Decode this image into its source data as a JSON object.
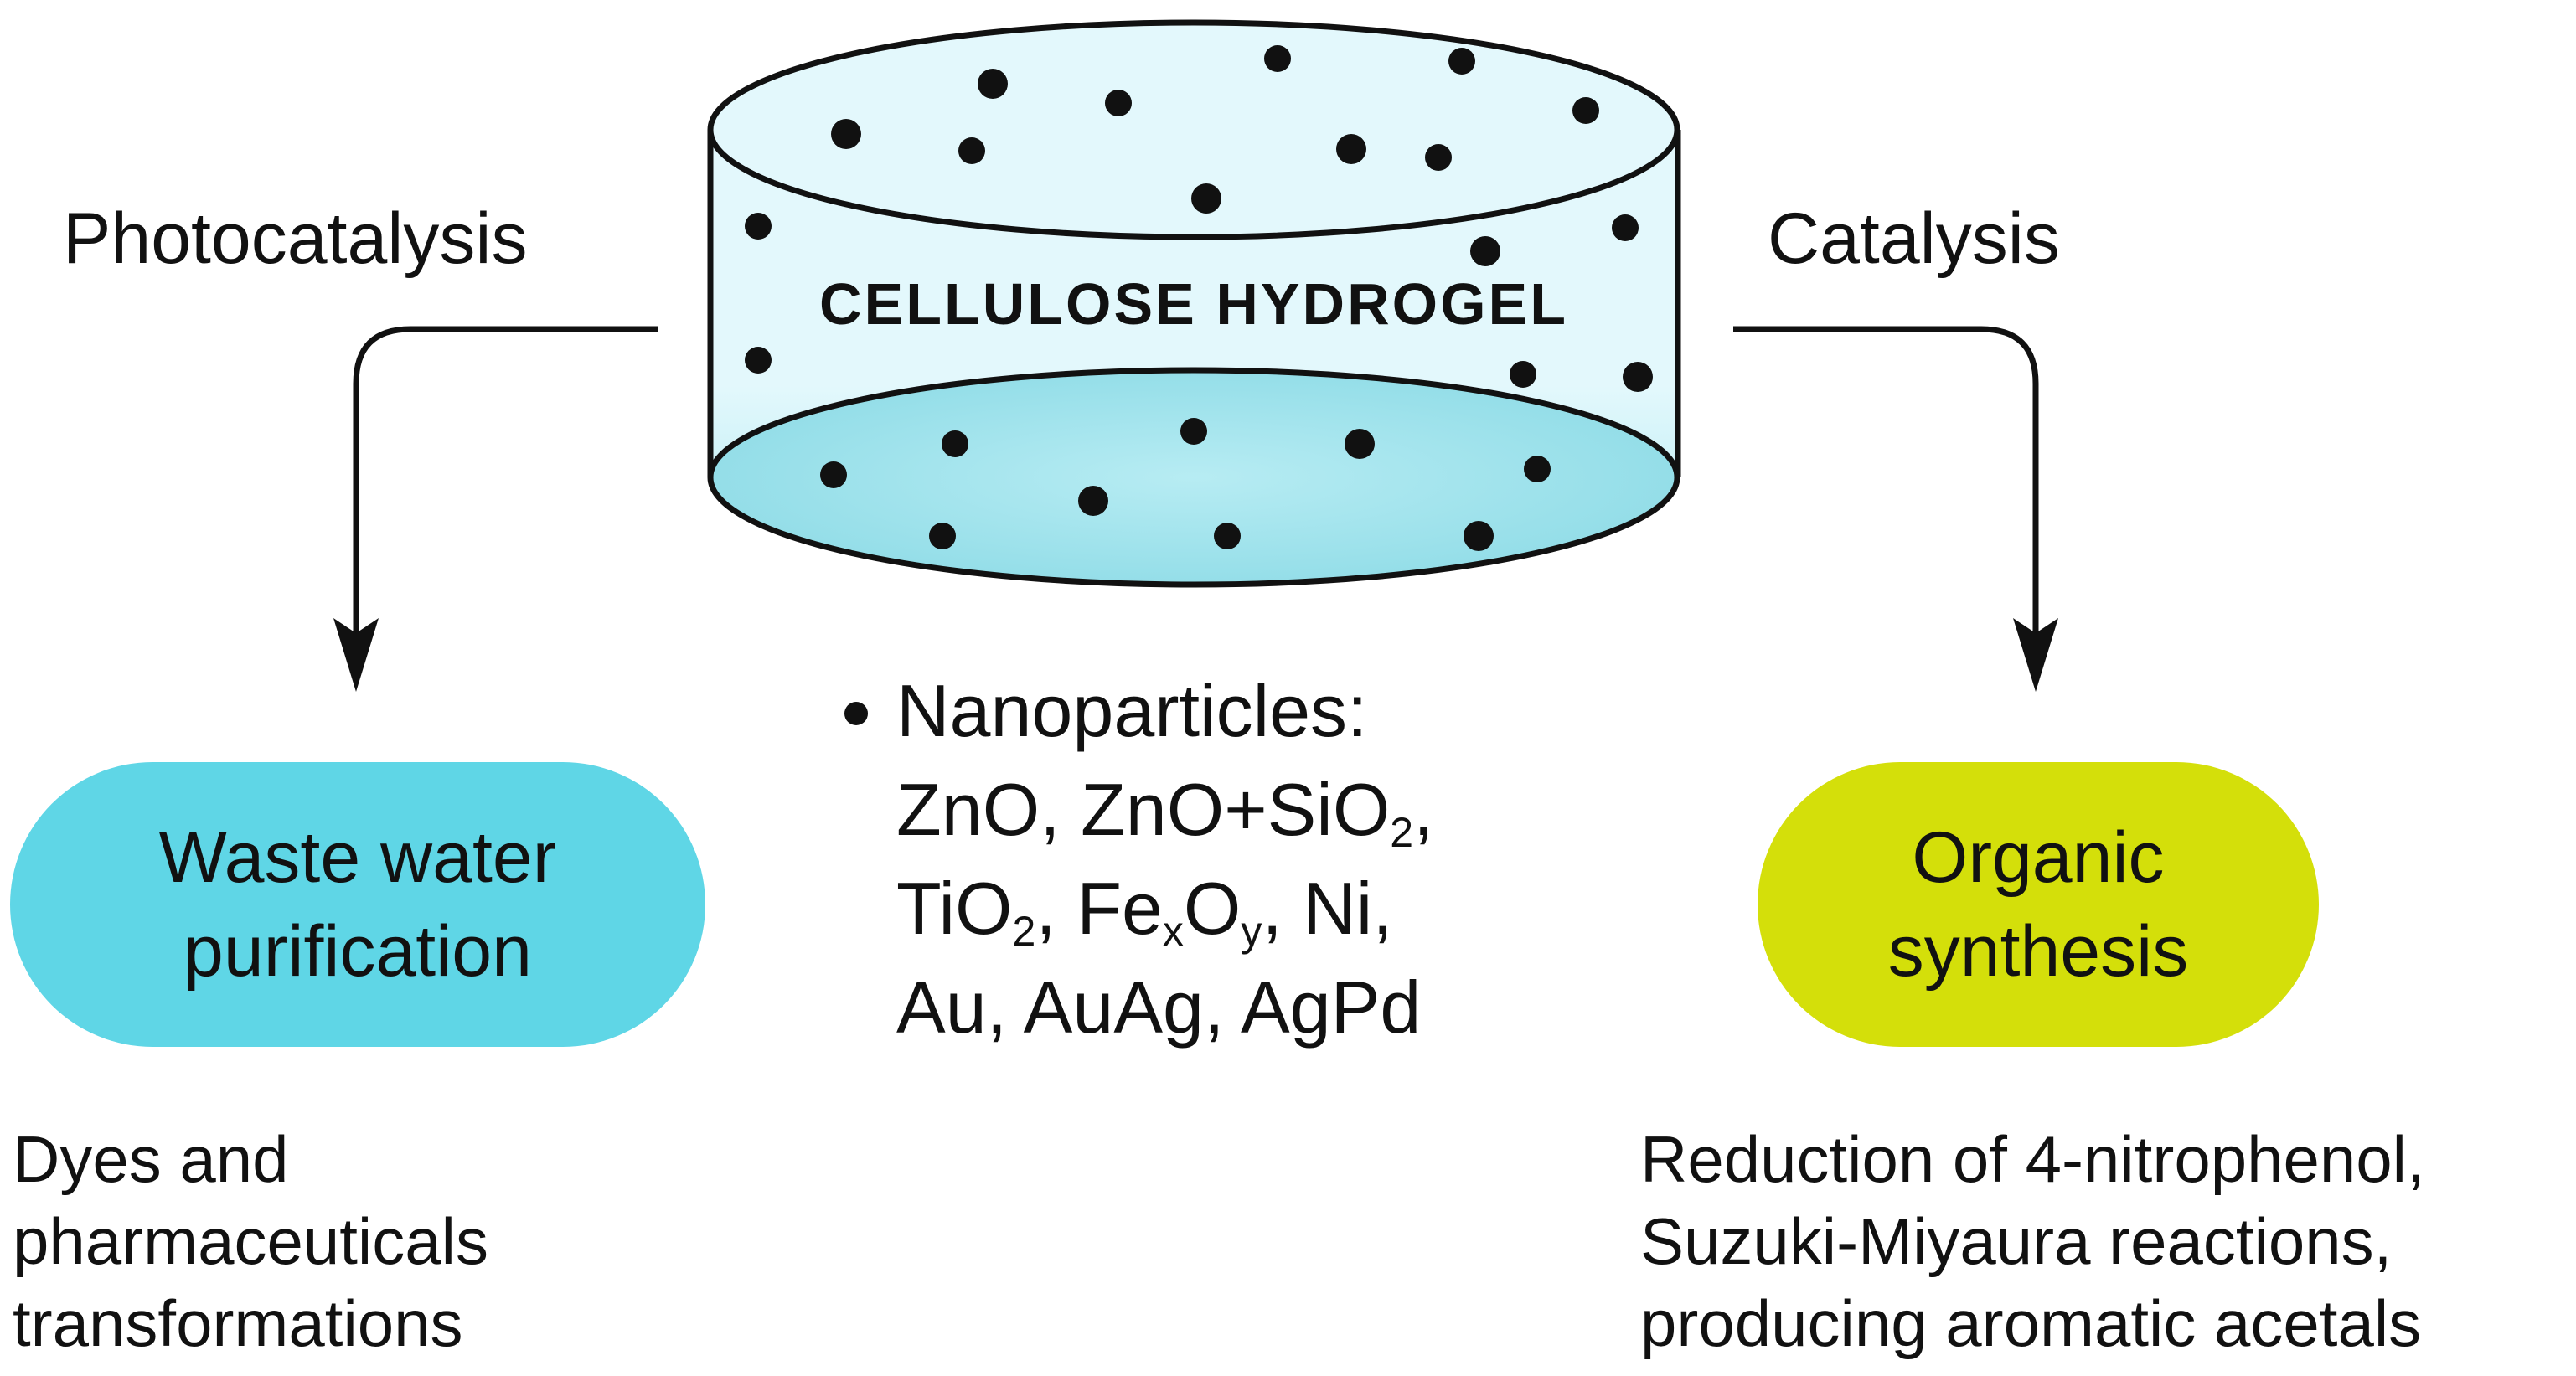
{
  "hydrogel": {
    "label": "CELLULOSE HYDROGEL",
    "fill_top": "#e3f8fc",
    "fill_side": "#b7ecf3",
    "fill_base": "#8ddbe6",
    "outline": "#111111"
  },
  "left_branch": {
    "label": "Photocatalysis",
    "pill_line1": "Waste water",
    "pill_line2": "purification",
    "pill_color": "#5fd6e6",
    "desc_line1": "Dyes and",
    "desc_line2": "pharmaceuticals",
    "desc_line3": "transformations"
  },
  "right_branch": {
    "label": "Catalysis",
    "pill_line1": "Organic",
    "pill_line2": "synthesis",
    "pill_color": "#d4df0a",
    "desc_line1": "Reduction of 4-nitrophenol,",
    "desc_line2": "Suzuki-Miyaura reactions,",
    "desc_line3": "producing aromatic acetals"
  },
  "nanoparticles": {
    "heading": "Nanoparticles:",
    "l2_a": "ZnO, ZnO+SiO",
    "l2_sub": "2",
    "l2_b": ",",
    "l3_a": "TiO",
    "l3_sub1": "2",
    "l3_b": ", Fe",
    "l3_sub2": "x",
    "l3_c": "O",
    "l3_sub3": "y",
    "l3_d": ", Ni,",
    "l4": "Au, AuAg, AgPd"
  },
  "arrow_color": "#111111"
}
